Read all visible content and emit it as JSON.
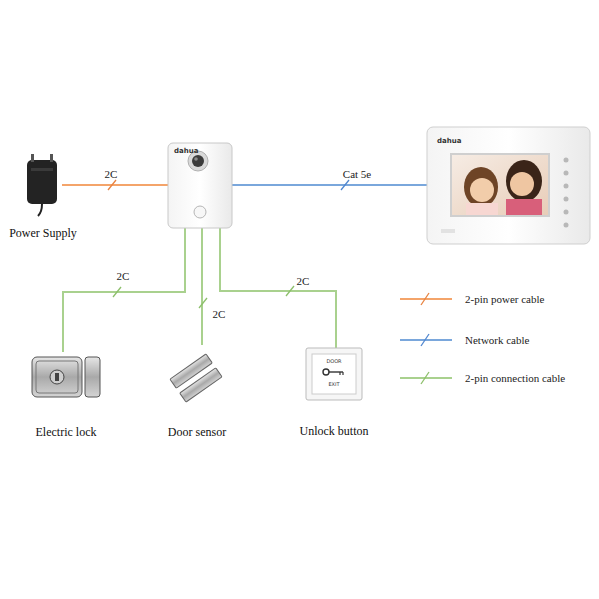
{
  "diagram": {
    "nodes": [
      {
        "text": [
          "Power  Supply"
        ]
      },
      {
        "text": [
          "dahua"
        ]
      },
      {
        "text": [
          "dahua"
        ]
      },
      {
        "text": [
          "Electric lock"
        ]
      },
      {
        "text": [
          "Door sensor"
        ]
      },
      {
        "text": [
          "Unlock button"
        ]
      }
    ],
    "edges": [
      {
        "from": 0,
        "to": 1,
        "label": "2C",
        "arrow": "none"
      },
      {
        "from": 1,
        "to": 2,
        "label": "Cat 5e",
        "arrow": "none"
      },
      {
        "from": 1,
        "to": 3,
        "label": "2C",
        "arrow": "none"
      },
      {
        "from": 1,
        "to": 4,
        "label": "2C",
        "arrow": "none"
      },
      {
        "from": 1,
        "to": 5,
        "label": "2C",
        "arrow": "none"
      }
    ],
    "labels": [
      "DOOR",
      "EXIT"
    ],
    "legend": [
      {
        "text": "2-pin power cable"
      },
      {
        "text": "Network cable"
      },
      {
        "text": "2-pin connection cable"
      }
    ]
  }
}
